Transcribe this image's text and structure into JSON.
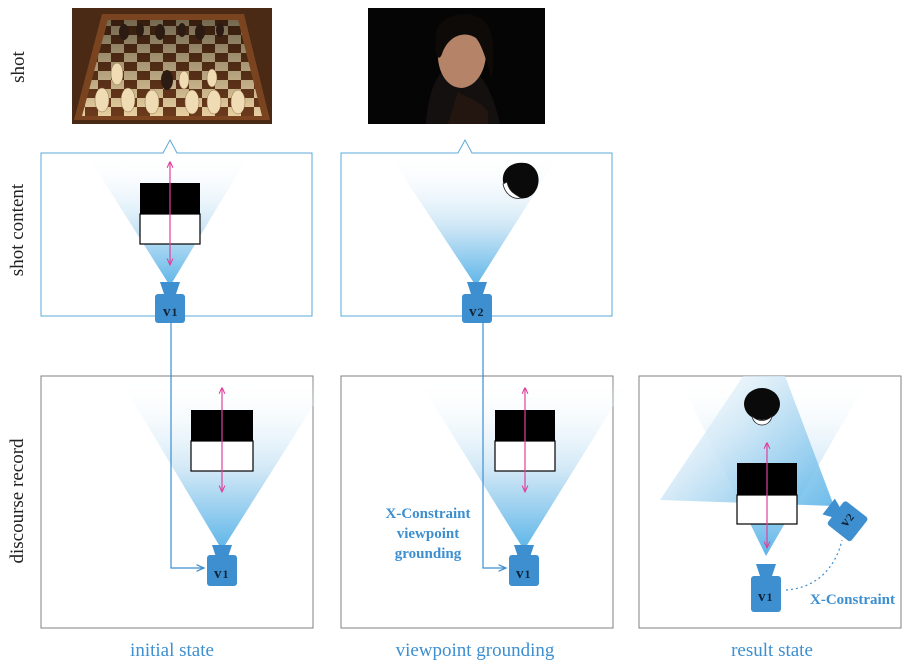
{
  "rows": {
    "shot": "shot",
    "shot_content": "shot content",
    "discourse_record": "discourse record"
  },
  "columns": {
    "initial": "initial state",
    "grounding": "viewpoint grounding",
    "result": "result state"
  },
  "cameras": {
    "v1": "v",
    "v1_sub": "1",
    "v2": "v",
    "v2_sub": "2"
  },
  "annotations": {
    "grounding_line1": "X-Constraint",
    "grounding_line2": "viewpoint",
    "grounding_line3": "grounding",
    "result_constraint": "X-Constraint"
  },
  "colors": {
    "accent": "#3d8fd0",
    "panel_border": "#5aa8d8",
    "arrow_pink": "#e0409a",
    "camera_fill": "#3d8fd0"
  }
}
